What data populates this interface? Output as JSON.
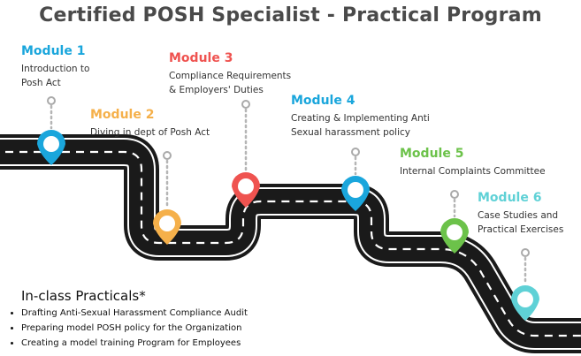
{
  "title": "Certified POSH Specialist - Practical Program",
  "colors": {
    "module1": "#1aa6dc",
    "module2": "#f5b04a",
    "module3": "#ef5350",
    "module4": "#1aa6dc",
    "module5": "#6cc24a",
    "module6": "#5fd1d6",
    "road": "#1a1a1a",
    "road_edge": "#ffffff",
    "title_text": "#4a4a4a"
  },
  "modules": [
    {
      "title": "Module 1",
      "desc": [
        "Introduction to",
        "Posh Act"
      ],
      "pin_icon": "map-pin-icon"
    },
    {
      "title": "Module 2",
      "desc": [
        "Diving in dept of Posh Act"
      ],
      "pin_icon": "map-pin-icon"
    },
    {
      "title": "Module 3",
      "desc": [
        "Compliance Requirements",
        "& Employers' Duties"
      ],
      "pin_icon": "map-pin-icon"
    },
    {
      "title": "Module 4",
      "desc": [
        "Creating & Implementing Anti",
        "Sexual harassment policy"
      ],
      "pin_icon": "map-pin-icon"
    },
    {
      "title": "Module 5",
      "desc": [
        "Internal Complaints Committee"
      ],
      "pin_icon": "map-pin-icon"
    },
    {
      "title": "Module 6",
      "desc": [
        "Case Studies and",
        "Practical Exercises"
      ],
      "pin_icon": "map-pin-icon"
    }
  ],
  "practicals": {
    "title": "In-class Practicals*",
    "items": [
      "Drafting Anti-Sexual Harassment Compliance Audit",
      "Preparing model POSH policy for the Organization",
      "Creating a model training Program for Employees"
    ]
  }
}
